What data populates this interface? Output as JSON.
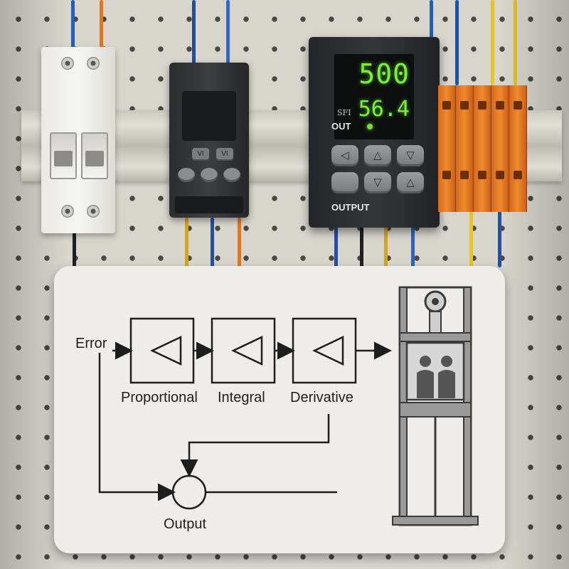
{
  "controller": {
    "process_value": "500",
    "set_value": "56.4",
    "sv_label": "SFI",
    "out_label": "OUT",
    "output_label": "OUTPUT",
    "buttons": [
      "◁",
      "△",
      "▽",
      "",
      "▽",
      "△"
    ]
  },
  "relay": {
    "button_labels": [
      "VI",
      "VI"
    ]
  },
  "diagram": {
    "input_label": "Error",
    "blocks": [
      {
        "name": "proportional",
        "label": "Proportional",
        "icon": "triangle-left-icon"
      },
      {
        "name": "integral",
        "label": "Integral",
        "icon": "triangle-left-icon"
      },
      {
        "name": "derivative",
        "label": "Derivative",
        "icon": "triangle-left-icon"
      }
    ],
    "summing_label": "Output",
    "plant_icon": "elevator-icon"
  },
  "colors": {
    "lcd_green": "#7bef3a",
    "terminal_orange": "#f08a2e",
    "panel": "#d8d5cd",
    "card": "#eeede9"
  }
}
